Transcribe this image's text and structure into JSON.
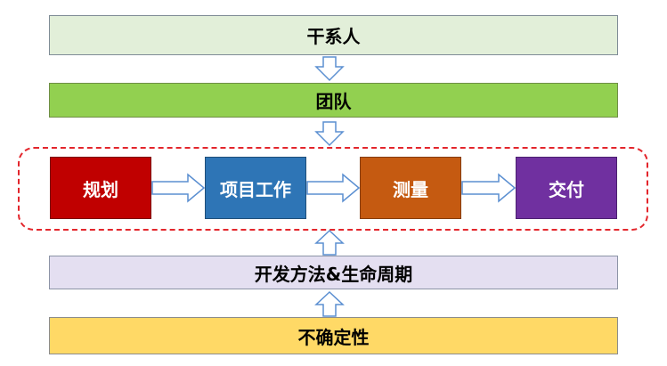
{
  "layers": {
    "stakeholders": "干系人",
    "team": "团队",
    "dev_approach": "开发方法&生命周期",
    "uncertainty": "不确定性"
  },
  "flow": {
    "steps": [
      "规划",
      "项目工作",
      "测量",
      "交付"
    ]
  },
  "colors": {
    "stakeholders": "#e2efd9",
    "team": "#92d050",
    "dev_approach": "#e4dff1",
    "uncertainty": "#ffd966",
    "plan": "#c00000",
    "project_work": "#2e75b6",
    "measure": "#c55a11",
    "deliver": "#7030a0",
    "dashed_border": "#e3262c",
    "arrow_outline": "#5b8fd1"
  }
}
